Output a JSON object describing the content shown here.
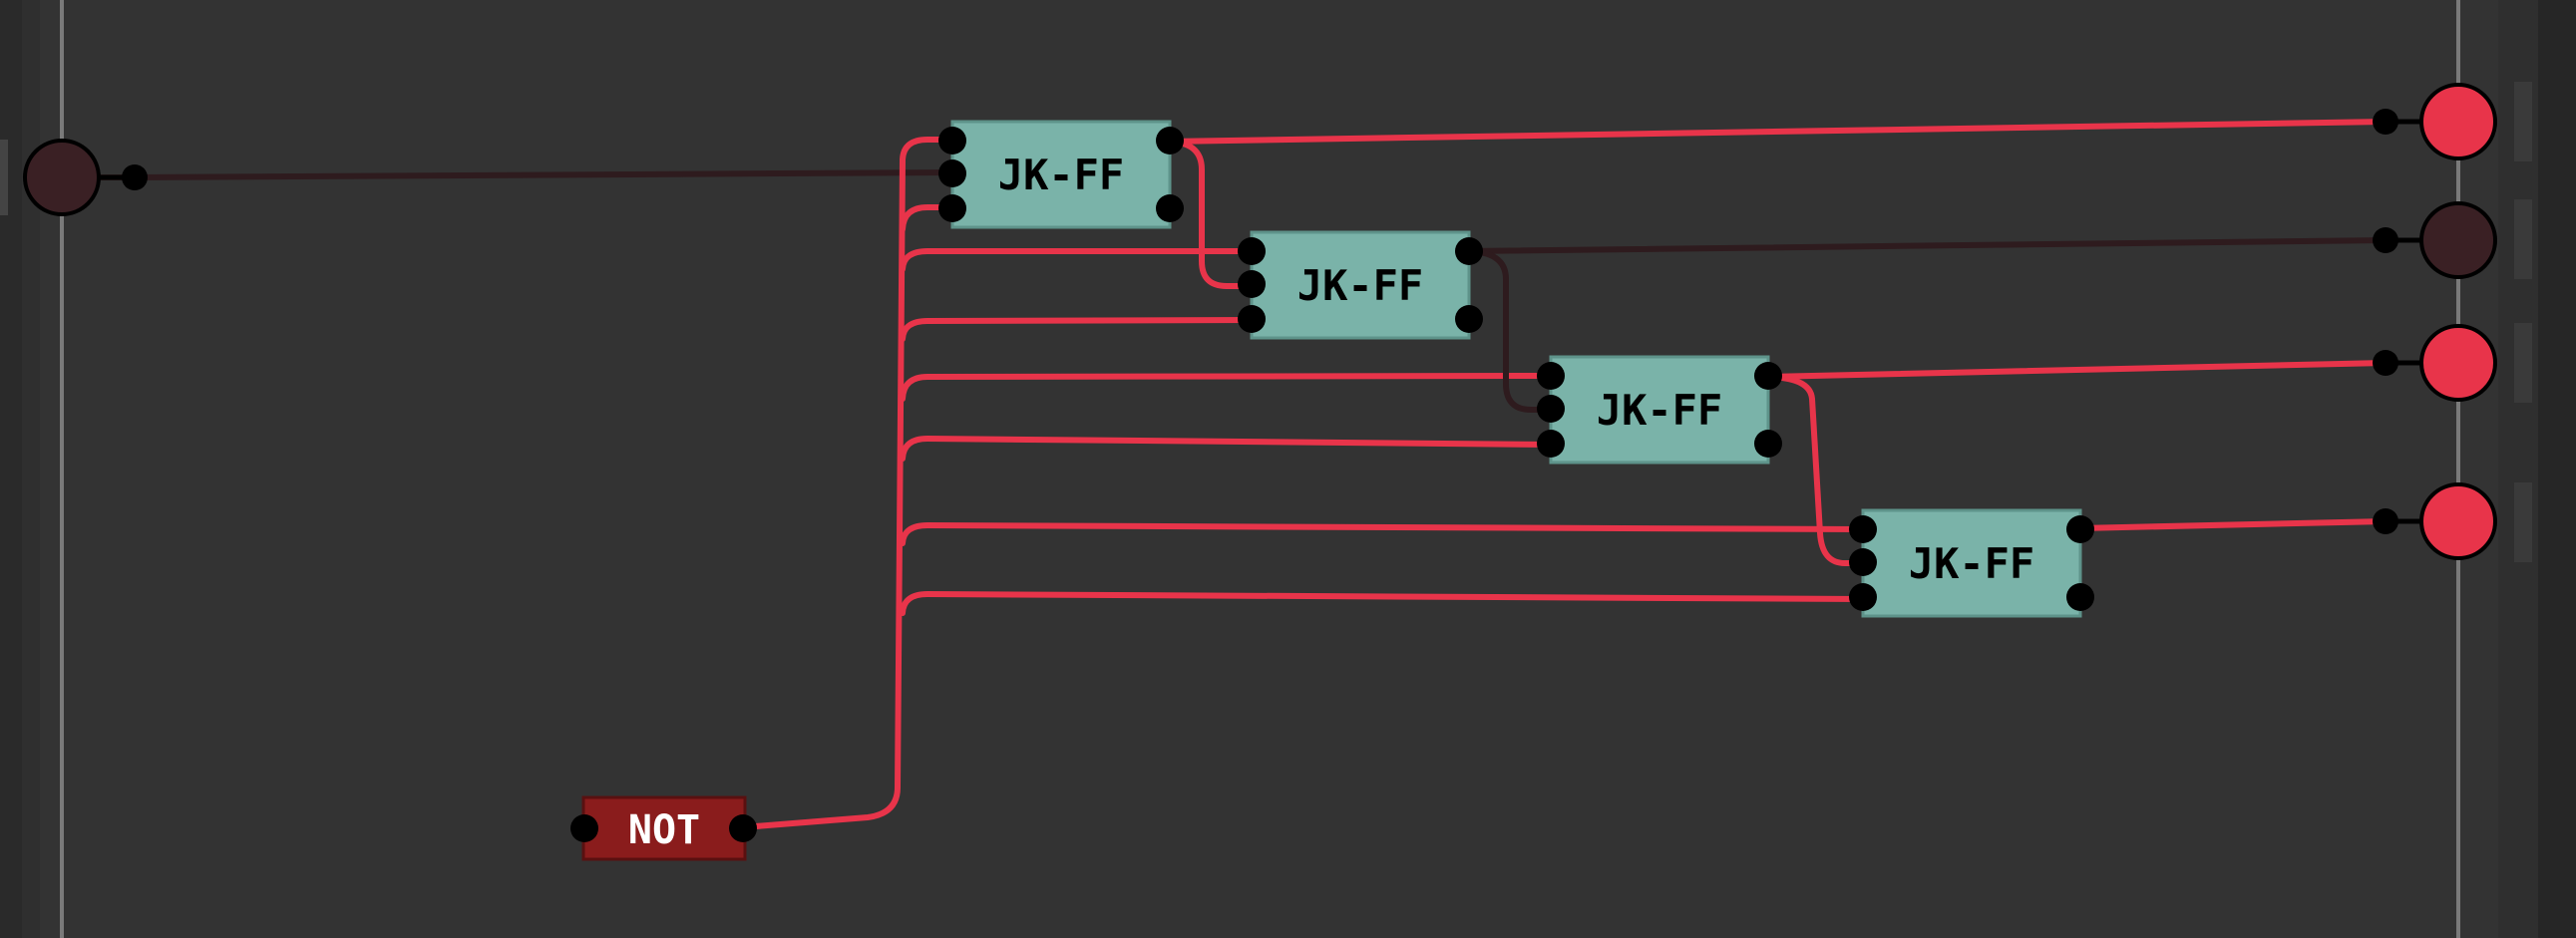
{
  "colors": {
    "background": "#333333",
    "rail": "#2d2d2d",
    "wire_on": "#e8344a",
    "wire_off": "#2e1b1e",
    "node_on": "#e8344a",
    "node_off": "#3a2024",
    "pin": "#000000",
    "jkff_fill": "#7ab3a9",
    "not_fill": "#8a1c1c",
    "not_text": "#ffffff",
    "jkff_text": "#000000"
  },
  "components": {
    "input_node": {
      "state": "off"
    },
    "not_gate": {
      "label": "NOT"
    },
    "flip_flops": [
      {
        "label": "JK-FF"
      },
      {
        "label": "JK-FF"
      },
      {
        "label": "JK-FF"
      },
      {
        "label": "JK-FF"
      }
    ],
    "outputs": [
      {
        "state": "on"
      },
      {
        "state": "off"
      },
      {
        "state": "on"
      },
      {
        "state": "on"
      }
    ]
  }
}
